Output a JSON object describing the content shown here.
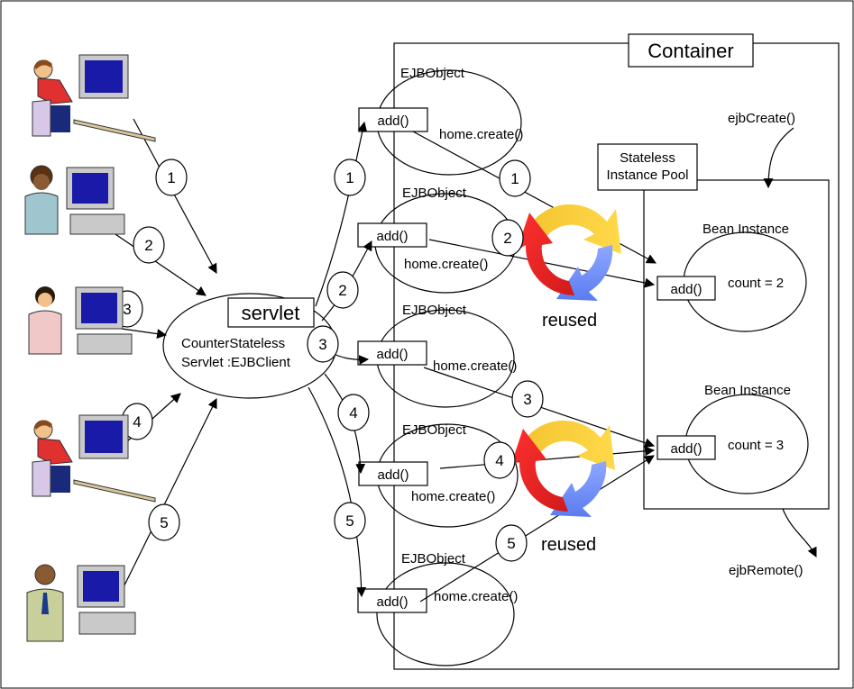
{
  "container": {
    "label": "Container"
  },
  "pool": {
    "line1": "Stateless",
    "line2": "Instance Pool"
  },
  "servlet": {
    "label": "servlet",
    "class_line1": "CounterStateless",
    "class_line2": "Servlet :EJBClient"
  },
  "lifecycle": {
    "create": "ejbCreate()",
    "remove": "ejbRemote()"
  },
  "ejb_objects": [
    {
      "title": "EJBObject",
      "method": "add()",
      "call": "home.create()"
    },
    {
      "title": "EJBObject",
      "method": "add()",
      "call": "home.create()"
    },
    {
      "title": "EJBObject",
      "method": "add()",
      "call": "home.create()"
    },
    {
      "title": "EJBObject",
      "method": "add()",
      "call": "home.create()"
    },
    {
      "title": "EJBObject",
      "method": "add()",
      "call": "home.create()"
    }
  ],
  "beans": [
    {
      "title": "Bean Instance",
      "method": "add()",
      "state": "count = 2"
    },
    {
      "title": "Bean Instance",
      "method": "add()",
      "state": "count = 3"
    }
  ],
  "reused": [
    "reused",
    "reused"
  ],
  "clients": [
    "client-man-desk",
    "client-woman",
    "client-woman-2",
    "client-man-desk-2",
    "client-man-suit"
  ],
  "client_numbers": [
    "1",
    "2",
    "3",
    "4",
    "5"
  ],
  "servlet_numbers": [
    "1",
    "2",
    "3",
    "4",
    "5"
  ],
  "bean_numbers": [
    "1",
    "2",
    "3",
    "4",
    "5"
  ]
}
